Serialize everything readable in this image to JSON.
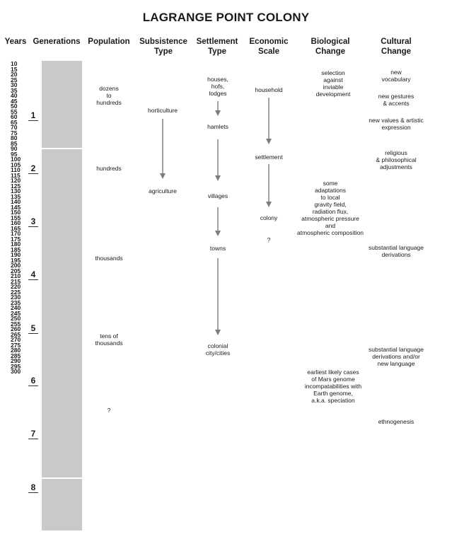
{
  "title": "LAGRANGE POINT COLONY",
  "headers": {
    "years": "Years",
    "generations": "Generations",
    "population": "Population",
    "subsistence": "Subsistence\nType",
    "settlement": "Settlement\nType",
    "economic": "Economic\nScale",
    "biological": "Biological\nChange",
    "cultural": "Cultural\nChange"
  },
  "years": [
    "10",
    "15",
    "20",
    "25",
    "30",
    "35",
    "40",
    "45",
    "50",
    "55",
    "60",
    "65",
    "70",
    "75",
    "80",
    "85",
    "90",
    "95",
    "100",
    "105",
    "110",
    "115",
    "120",
    "125",
    "130",
    "135",
    "140",
    "145",
    "150",
    "155",
    "160",
    "165",
    "170",
    "175",
    "180",
    "185",
    "190",
    "195",
    "200",
    "205",
    "210",
    "215",
    "220",
    "225",
    "230",
    "235",
    "240",
    "245",
    "250",
    "255",
    "260",
    "265",
    "270",
    "275",
    "280",
    "285",
    "290",
    "295",
    "300"
  ],
  "generations": [
    "1",
    "2",
    "3",
    "4",
    "5",
    "6",
    "7",
    "8"
  ],
  "population": {
    "p1": "dozens\nto\nhundreds",
    "p2": "hundreds",
    "p3": "thousands",
    "p4": "tens of\nthousands",
    "p5": "?"
  },
  "subsistence": {
    "s1": "horticulture",
    "s2": "agriculture"
  },
  "settlement": {
    "t1": "houses,\nhofs,\nlodges",
    "t2": "hamlets",
    "t3": "villages",
    "t4": "towns",
    "t5": "colonial\ncity/cities"
  },
  "economic": {
    "e1": "household",
    "e2": "settlement",
    "e3": "colony",
    "e4": "?"
  },
  "biological": {
    "b1": "selection\nagainst\ninviable\ndevelopment",
    "b2": "some\nadaptations\nto local\ngravity field,\nradiation flux,\natmospheric pressure\nand\natmospheric composition",
    "b3": "earliest likely cases\nof Mars genome\nincompatabilities with\nEarth genome,\na.k.a. speciation"
  },
  "cultural": {
    "c1": "new\nvocabulary",
    "c2": "new gestures\n& accents",
    "c3": "new values & artistic\nexpression",
    "c4": "religious\n& philosophical\nadjustments",
    "c5": "substantial language\nderivations",
    "c6": "substantial language\nderivations and/or\nnew language",
    "c7": "ethnogenesis"
  }
}
